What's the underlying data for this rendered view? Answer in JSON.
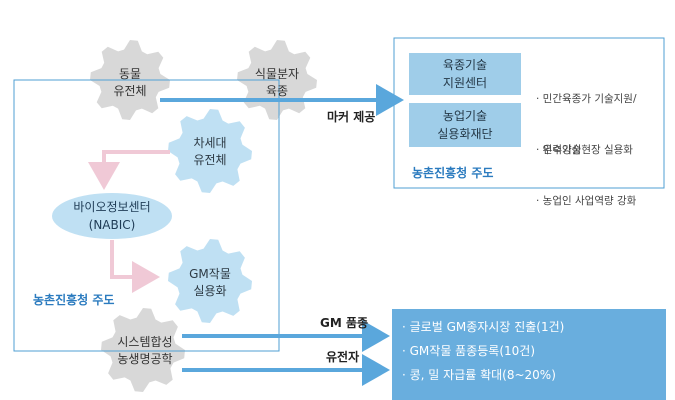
{
  "gears": {
    "animal": [
      "동물",
      "유전체"
    ],
    "plant": [
      "식물분자",
      "육종"
    ],
    "next": [
      "차세대",
      "유전체"
    ],
    "gm": [
      "GM작물",
      "실용화"
    ],
    "system": [
      "시스템합성",
      "농생명공학"
    ]
  },
  "nabic": [
    "바이오정보센터",
    "(NABIC)"
  ],
  "labels": {
    "marker": "마커 제공",
    "gm_variety": "GM 품종",
    "gene": "유전자",
    "lead_left": "농촌진흥청 주도",
    "lead_right": "농촌진흥청 주도"
  },
  "orgs": [
    {
      "name": [
        "육종기술",
        "지원센터"
      ],
      "bullets": [
        "· 민간육종가 기술지원/",
        "  인력양성"
      ]
    },
    {
      "name": [
        "농업기술",
        "실용화재단"
      ],
      "bullets": [
        "· 우수기술현장 실용화",
        "· 농업인 사업역량 강화"
      ]
    }
  ],
  "results": [
    "· 글로벌 GM종자시장 진출(1건)",
    "· GM작물 품종등록(10건)",
    "· 콩, 밀 자급률 확대(8~20%)"
  ],
  "colors": {
    "gray_gear": "#d8d8d8",
    "blue_gear": "#bfe0f3",
    "arrow_blue": "#5aa7dc",
    "arrow_pink": "#f0c9d6"
  }
}
